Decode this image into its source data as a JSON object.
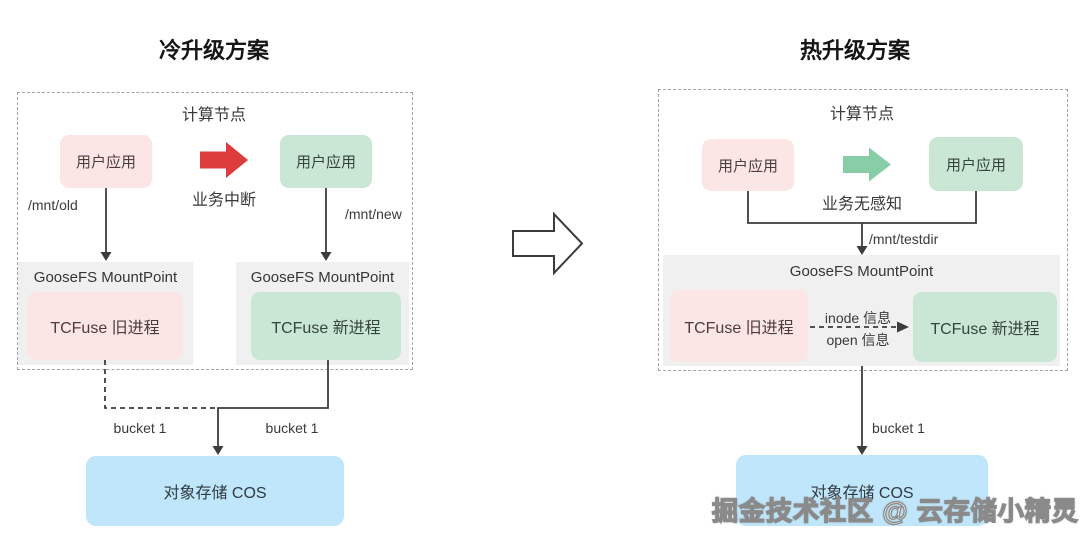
{
  "colors": {
    "pink": "#fbe6e5",
    "green": "#cae6d5",
    "gray_box": "#f0f0f0",
    "blue": "#bfe6fa",
    "red_arrow": "#dc3c3c",
    "green_arrow": "#87cda8",
    "line": "#3c3c3c",
    "border_dash": "#a3a3a3",
    "text": "#3a3a3a",
    "title": "#151515",
    "watermark_fill": "#ffffff",
    "watermark_stroke": "#8a8a8a"
  },
  "cold": {
    "title": "冷升级方案",
    "node_label": "计算节点",
    "app_old": "用户应用",
    "app_new": "用户应用",
    "transition_label": "业务中断",
    "mount_old": "/mnt/old",
    "mount_new": "/mnt/new",
    "mountpoint_old": {
      "header": "GooseFS MountPoint",
      "process": "TCFuse 旧进程"
    },
    "mountpoint_new": {
      "header": "GooseFS MountPoint",
      "process": "TCFuse 新进程"
    },
    "bucket_left": "bucket 1",
    "bucket_right": "bucket 1",
    "storage": "对象存储 COS"
  },
  "hot": {
    "title": "热升级方案",
    "node_label": "计算节点",
    "app_old": "用户应用",
    "app_new": "用户应用",
    "transition_label": "业务无感知",
    "mount": "/mnt/testdir",
    "mountpoint": {
      "header": "GooseFS MountPoint",
      "process_old": "TCFuse 旧进程",
      "process_new": "TCFuse 新进程"
    },
    "handoff_top": "inode 信息",
    "handoff_bottom": "open 信息",
    "bucket": "bucket 1",
    "storage": "对象存储 COS"
  },
  "watermark": "掘金技术社区 @ 云存储小精灵"
}
